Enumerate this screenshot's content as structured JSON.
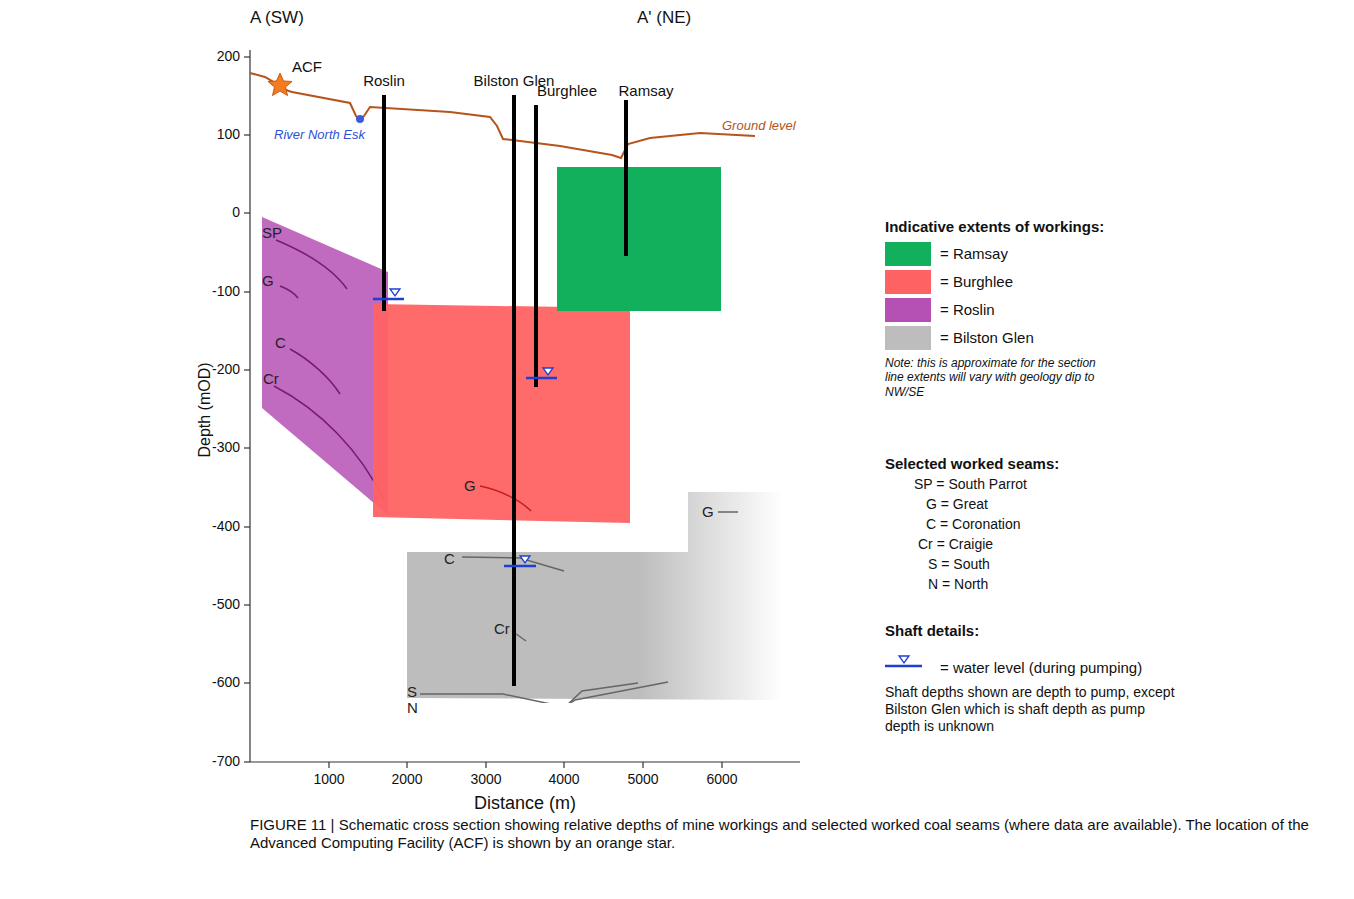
{
  "diagram": {
    "caption": "FIGURE 11 | Schematic cross section showing relative depths of mine workings and selected worked coal seams (where data are available). The location of the Advanced Computing Facility (ACF) is shown by an orange star.",
    "nodes": [
      {
        "text": [
          "SP",
          "G",
          "C",
          "Cr"
        ]
      },
      {
        "text": [
          "G"
        ]
      },
      {
        "text": [
          "C",
          "Cr",
          "S",
          "N",
          "G"
        ]
      }
    ],
    "labels": [
      "A (SW)",
      "A' (NE)",
      "ACF",
      "Roslin",
      "Bilston Glen",
      "Burghlee",
      "Ramsay",
      "River North Esk",
      "Ground level",
      "200",
      "100",
      "0",
      "-100",
      "-200",
      "-300",
      "-400",
      "-500",
      "-600",
      "-700",
      "Depth (mOD)",
      "1000",
      "2000",
      "3000",
      "4000",
      "5000",
      "6000",
      "Distance (m)",
      "Indicative extents of workings:",
      "Note: this is approximate for the section line extents will vary with geology dip to NW/SE",
      "Selected worked seams:",
      "SP = South Parrot",
      "G = Great",
      "C = Coronation",
      "Cr = Craigie",
      "S = South",
      "N = North",
      "Shaft details:",
      "Shaft depths shown are depth to pump, except Bilston Glen which is shaft depth as pump depth is unknown"
    ],
    "legend": [
      {
        "text": "= Ramsay",
        "color": "#12b05c"
      },
      {
        "text": "= Burghlee",
        "color": "#ff6262"
      },
      {
        "text": "= Roslin",
        "color": "#b550b5"
      },
      {
        "text": "= Bilston Glen",
        "color": "#bdbdbd"
      },
      {
        "text": "= water level (during pumping)"
      }
    ]
  }
}
